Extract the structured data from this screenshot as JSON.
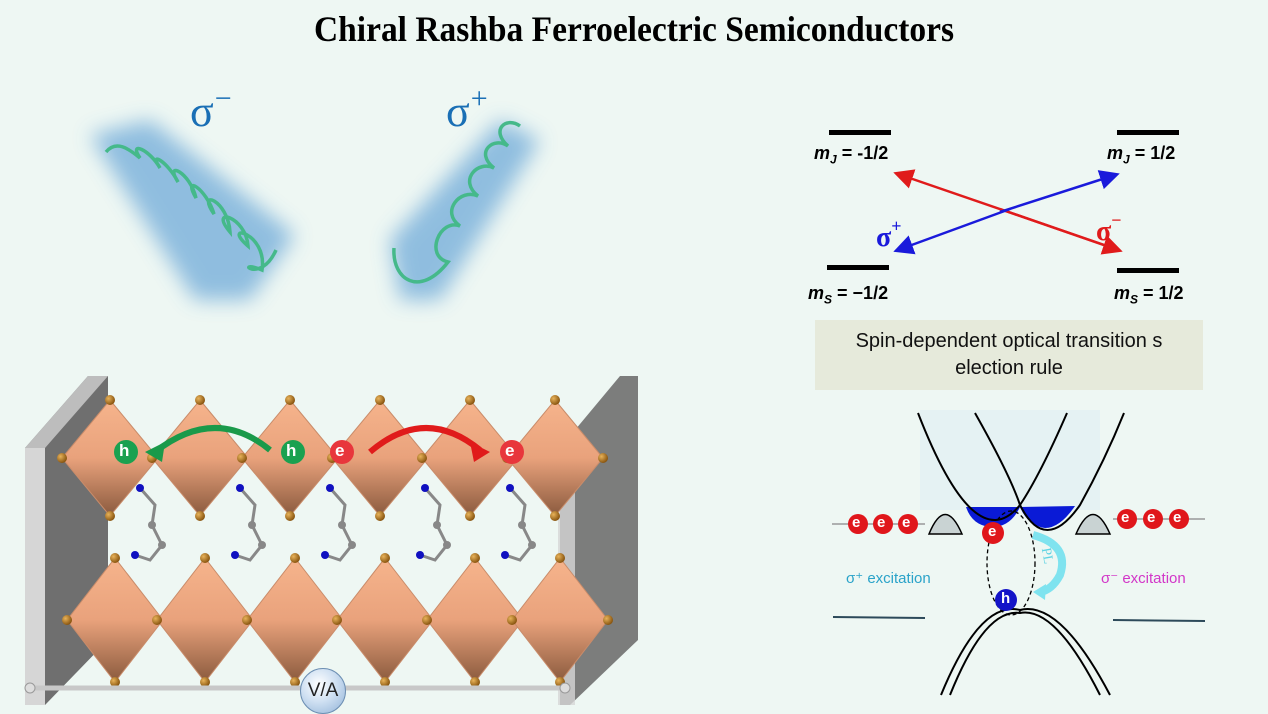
{
  "title": "Chiral Rashba Ferroelectric Semiconductors",
  "helices": [
    {
      "symbol": "σ",
      "superscript": "−",
      "handedness": "left"
    },
    {
      "symbol": "σ",
      "superscript": "+",
      "handedness": "right"
    }
  ],
  "energy_levels": {
    "upper_left": {
      "prefix": "m",
      "subscript": "J",
      "value": " = -1/2"
    },
    "upper_right": {
      "prefix": "m",
      "subscript": "J",
      "value": " = 1/2"
    },
    "lower_left": {
      "prefix": "m",
      "subscript": "S",
      "value": " = −1/2"
    },
    "lower_right": {
      "prefix": "m",
      "subscript": "S",
      "value": " = 1/2"
    }
  },
  "transitions": [
    {
      "symbol": "σ",
      "superscript": "+",
      "color": "#1a1adb"
    },
    {
      "symbol": "σ",
      "superscript": "−",
      "color": "#e01b1b"
    }
  ],
  "caption": "Spin-dependent optical transition s election rule",
  "band_diagram": {
    "left_excitation": "σ⁺ excitation",
    "right_excitation": "σ⁻ excitation",
    "left_excitation_color": "#2aa3c9",
    "right_excitation_color": "#d236c8",
    "pl_label": "PL",
    "electron_label": "e",
    "hole_label": "h"
  },
  "crystal": {
    "hole_label": "h",
    "electron_label": "e",
    "meter_label": "V/A",
    "hole_color": "#1aa150",
    "electron_color": "#e8363c"
  }
}
